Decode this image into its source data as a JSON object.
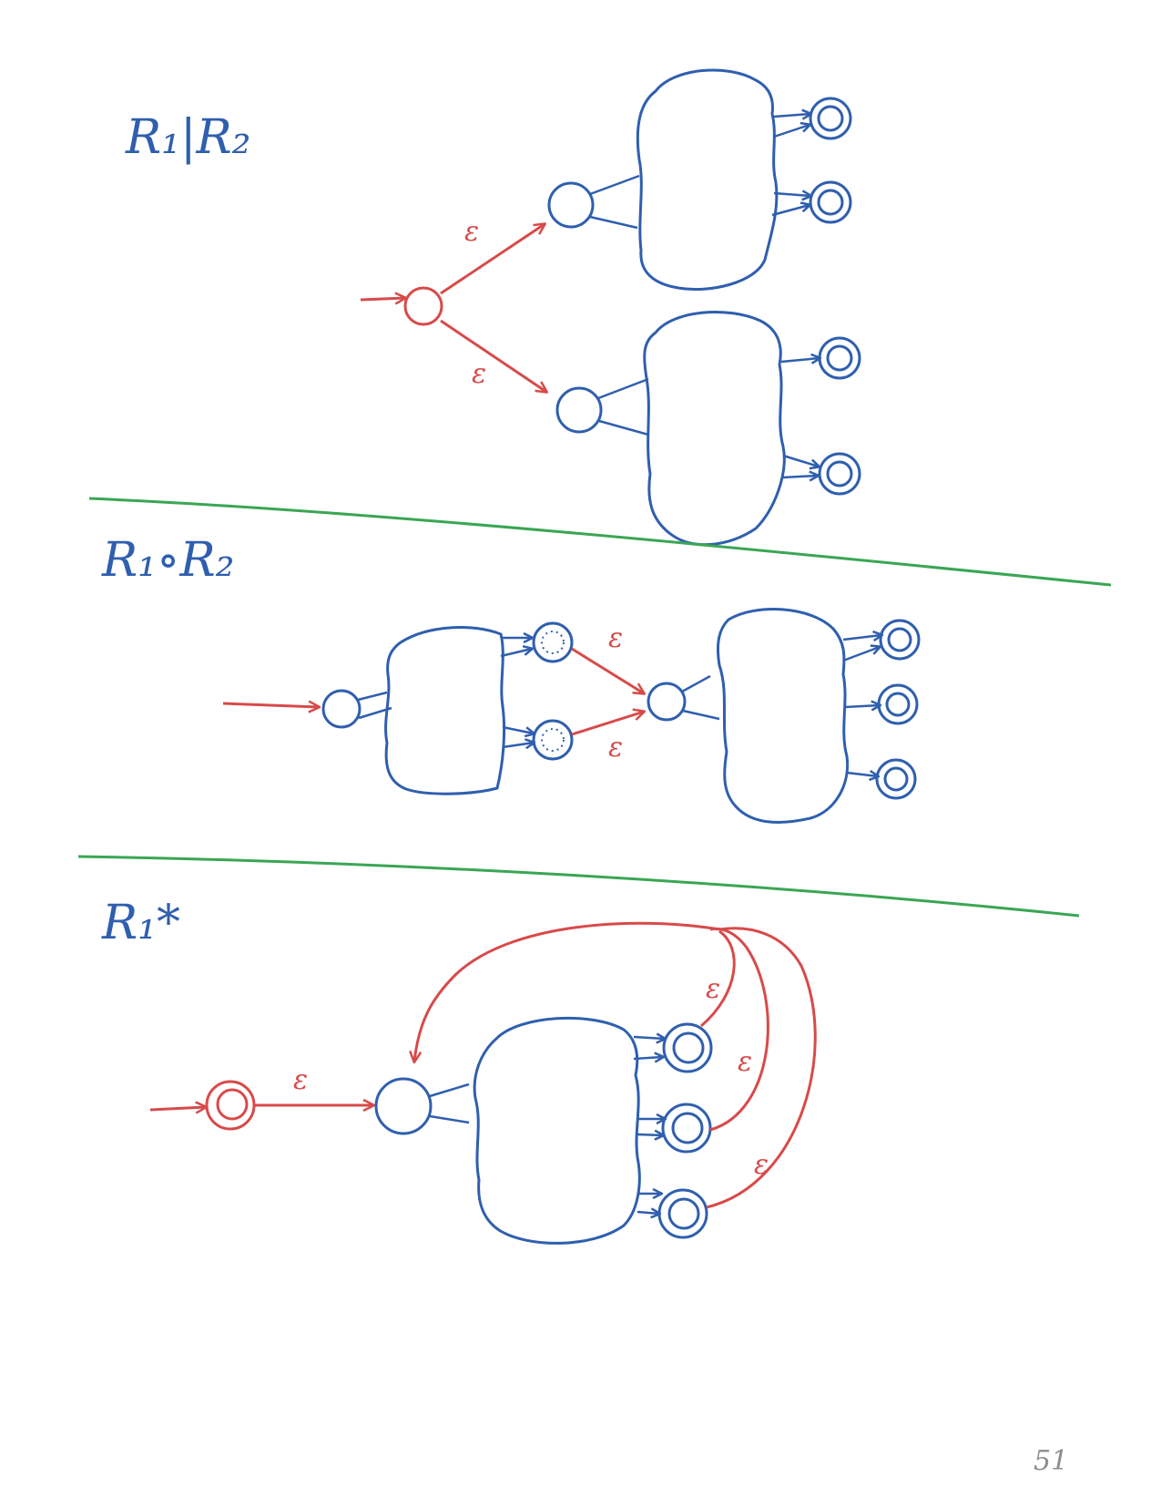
{
  "colors": {
    "blue": "#2f5fae",
    "red": "#d84a4a",
    "green": "#3aa655",
    "pencil": "#8c8c8c"
  },
  "sections": [
    {
      "title": "R₁|R₂"
    },
    {
      "title": "R₁∘R₂"
    },
    {
      "title": "R₁*"
    }
  ],
  "labels": {
    "epsilon": "ε"
  },
  "page_number": "51"
}
